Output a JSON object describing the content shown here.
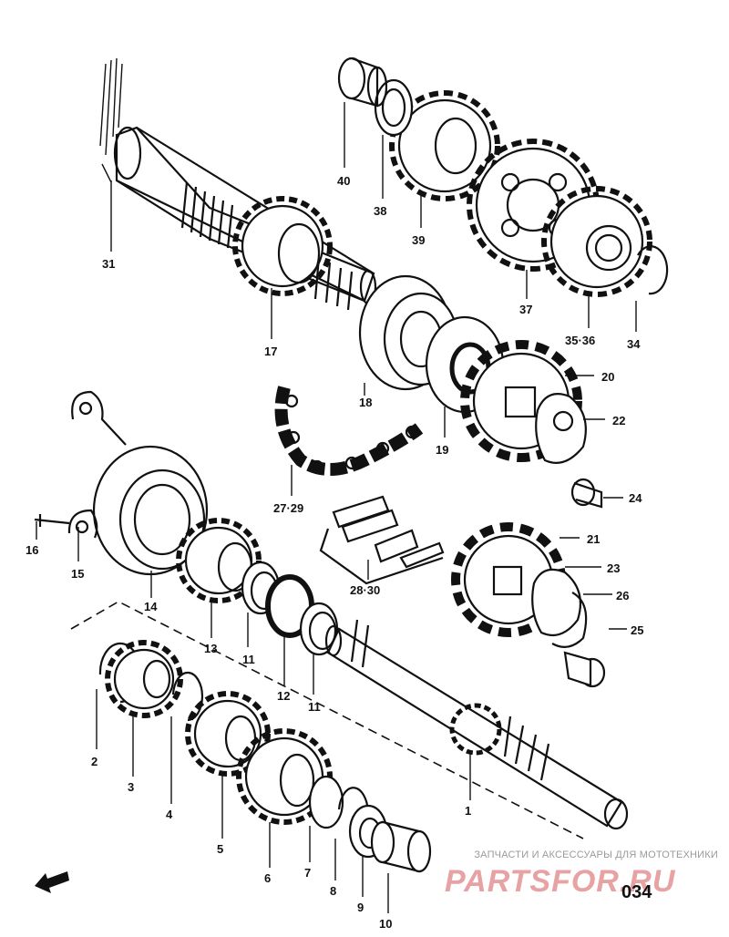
{
  "labels": {
    "p1": "1",
    "p2": "2",
    "p3": "3",
    "p4": "4",
    "p5": "5",
    "p6": "6",
    "p7": "7",
    "p8": "8",
    "p9": "9",
    "p10": "10",
    "p11a": "11",
    "p11b": "11",
    "p12": "12",
    "p13": "13",
    "p14": "14",
    "p15": "15",
    "p16": "16",
    "p17": "17",
    "p18": "18",
    "p19": "19",
    "p20": "20",
    "p21": "21",
    "p22": "22",
    "p23": "23",
    "p24": "24",
    "p25": "25",
    "p26": "26",
    "p27_29": "27·29",
    "p28_30": "28·30",
    "p31": "31",
    "p34": "34",
    "p35_36": "35·36",
    "p37": "37",
    "p38": "38",
    "p39": "39",
    "p40": "40"
  },
  "watermark": {
    "tagline": "ЗАПЧАСТИ И АКСЕССУАРЫ ДЛЯ МОТОТЕХНИКИ",
    "brand": "PARTSFOR.RU"
  },
  "page_code": "034",
  "colors": {
    "ink": "#111111",
    "watermark_red": "#e7a3a3",
    "watermark_gray": "#9a9a9a"
  }
}
